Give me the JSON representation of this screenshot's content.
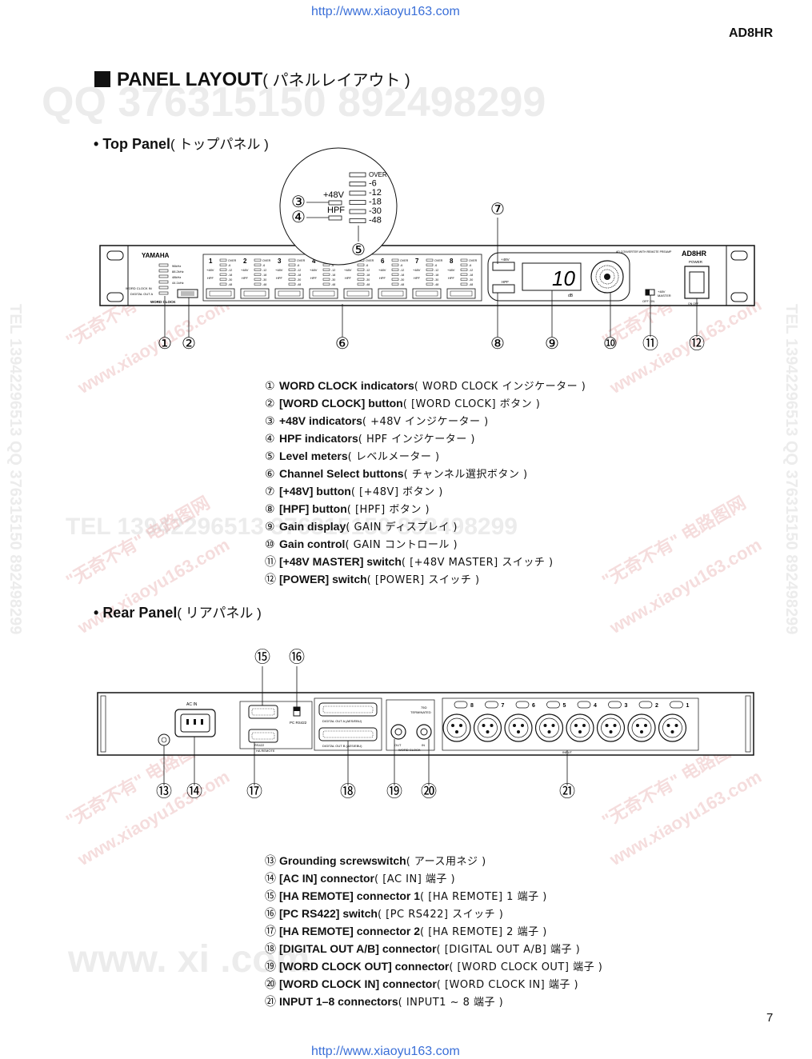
{
  "header": {
    "url_top": "http://www.xiaoyu163.com",
    "model": "AD8HR"
  },
  "watermarks": {
    "qq": "QQ 376315150   892498299",
    "tel_mid": "TEL 13942296513   376315150   892498299",
    "www": "www. xi        .com",
    "side": "TEL 13942296513 QQ 376315150 892498299",
    "cn1": "\"无奇不有\" 电路图网",
    "cn2": "www.xiaoyu163.com"
  },
  "title": {
    "main": "PANEL LAYOUT",
    "jp": "( パネルレイアウト )"
  },
  "top_panel": {
    "heading": "Top Panel",
    "heading_jp": "( トップパネル )",
    "zoom": {
      "p48": "+48V",
      "hpf": "HPF",
      "levels": [
        "OVER",
        "-6",
        "-12",
        "-18",
        "-30",
        "-48"
      ]
    },
    "device": {
      "brand": "YAMAHA",
      "model_text": "AD8HR",
      "subtitle": "AD CONVERTER WITH REMOTE PREAMP",
      "wc_rates": [
        "96kHz",
        "88.2kHz",
        "48kHz",
        "44.1kHz"
      ],
      "wc_in": "WORD CLOCK IN",
      "wc_out": "DIGITAL OUT A",
      "wc_label": "WORD CLOCK",
      "channels": [
        "1",
        "2",
        "3",
        "4",
        "5",
        "6",
        "7",
        "8"
      ],
      "display": "10",
      "db": "dB",
      "btn_48v": "+48V",
      "btn_hpf": "HPF",
      "master1": "+48V",
      "master2": "MASTER",
      "off_on": "OFF ON",
      "power": "POWER",
      "power_sub": "ON  OFF"
    },
    "callouts": [
      "①",
      "②",
      "③",
      "④",
      "⑤",
      "⑥",
      "⑦",
      "⑧",
      "⑨",
      "⑩",
      "⑪",
      "⑫"
    ],
    "legend": [
      {
        "num": "①",
        "name": "WORD CLOCK indicators",
        "jp": "( WORD CLOCK インジケーター )"
      },
      {
        "num": "②",
        "name": "[WORD CLOCK] button",
        "jp": "( [WORD CLOCK] ボタン )"
      },
      {
        "num": "③",
        "name": "+48V indicators",
        "jp": "( +48V インジケーター )"
      },
      {
        "num": "④",
        "name": "HPF indicators",
        "jp": "( HPF インジケーター )"
      },
      {
        "num": "⑤",
        "name": "Level meters",
        "jp": "( レベルメーター )"
      },
      {
        "num": "⑥",
        "name": "Channel Select buttons",
        "jp": "( チャンネル選択ボタン )"
      },
      {
        "num": "⑦",
        "name": "[+48V] button",
        "jp": "( [+48V] ボタン )"
      },
      {
        "num": "⑧",
        "name": "[HPF] button",
        "jp": "( [HPF] ボタン )"
      },
      {
        "num": "⑨",
        "name": "Gain display",
        "jp": "( GAIN ディスプレイ )"
      },
      {
        "num": "⑩",
        "name": "Gain control",
        "jp": "( GAIN コントロール )"
      },
      {
        "num": "⑪",
        "name": "[+48V MASTER] switch",
        "jp": "( [+48V MASTER] スイッチ )"
      },
      {
        "num": "⑫",
        "name": "[POWER] switch",
        "jp": "( [POWER] スイッチ )"
      }
    ]
  },
  "rear_panel": {
    "heading": "Rear Panel",
    "heading_jp": "( リアパネル )",
    "device": {
      "ac_in": "AC IN",
      "pc_rs422": "PC  RS422",
      "rs422": "RS422",
      "ha_remote": "HA REMOTE",
      "dig_a": "DIGITAL OUT A (AES/EBU)",
      "dig_b": "DIGITAL OUT B (AES/EBU)",
      "f75": "75Ω",
      "terminated": "TERMINATED",
      "out": "OUT",
      "in": "IN",
      "word_clock": "WORD CLOCK",
      "input": "INPUT",
      "xlr_nums": [
        "8",
        "7",
        "6",
        "5",
        "4",
        "3",
        "2",
        "1"
      ]
    },
    "callouts": [
      "⑬",
      "⑭",
      "⑮",
      "⑯",
      "⑰",
      "⑱",
      "⑲",
      "⑳",
      "㉑"
    ],
    "legend": [
      {
        "num": "⑬",
        "name": "Grounding screwswitch",
        "jp": "( アース用ネジ )"
      },
      {
        "num": "⑭",
        "name": "[AC IN] connector",
        "jp": "( [AC IN] 端子 )"
      },
      {
        "num": "⑮",
        "name": "[HA REMOTE] connector 1",
        "jp": "( [HA REMOTE] 1 端子 )"
      },
      {
        "num": "⑯",
        "name": "[PC RS422] switch",
        "jp": "( [PC RS422] スイッチ )"
      },
      {
        "num": "⑰",
        "name": "[HA REMOTE] connector 2",
        "jp": "( [HA REMOTE] 2 端子 )"
      },
      {
        "num": "⑱",
        "name": "[DIGITAL OUT A/B] connector",
        "jp": "( [DIGITAL OUT A/B] 端子 )"
      },
      {
        "num": "⑲",
        "name": "[WORD CLOCK OUT] connector",
        "jp": "( [WORD CLOCK OUT] 端子 )"
      },
      {
        "num": "⑳",
        "name": "[WORD CLOCK IN] connector",
        "jp": "( [WORD CLOCK IN] 端子 )"
      },
      {
        "num": "㉑",
        "name": "INPUT 1–8 connectors",
        "jp": "( INPUT1 ~ 8 端子 )"
      }
    ]
  },
  "footer": {
    "page": "7",
    "url_bottom": "http://www.xiaoyu163.com"
  }
}
